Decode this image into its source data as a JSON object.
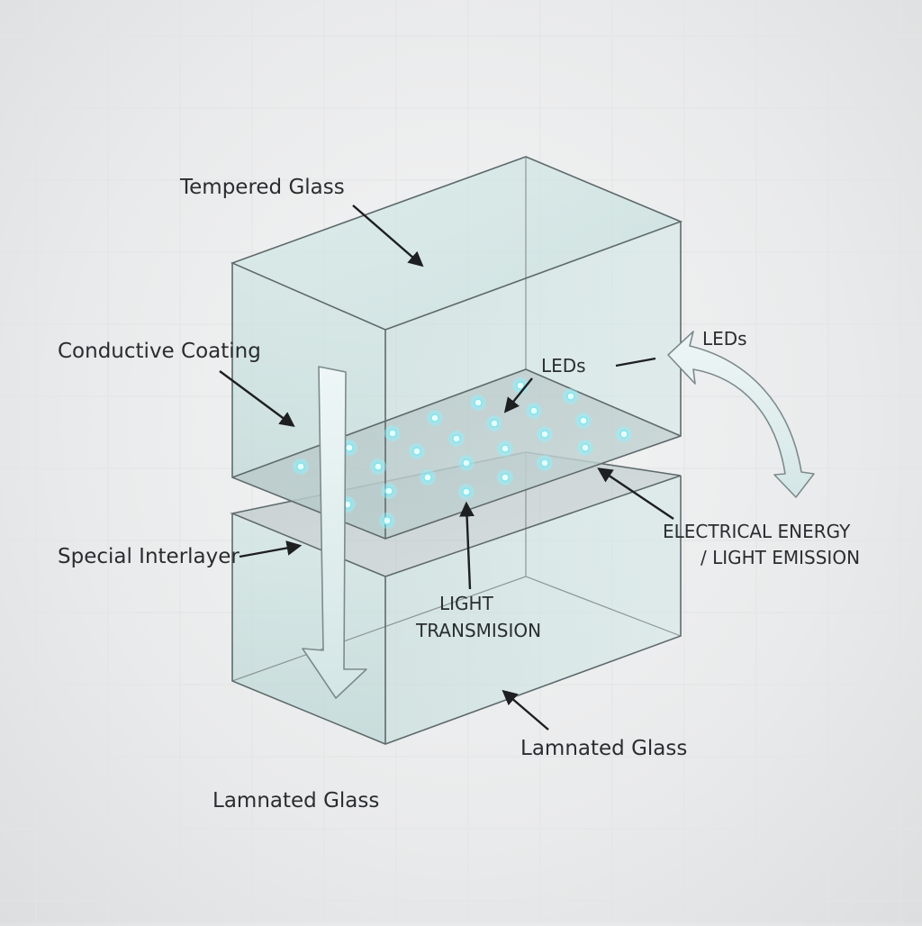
{
  "labels": {
    "tempered_glass": "Tempered Glass",
    "conductive_coating": "Conductive Coating",
    "special_interlayer": "Special Interlayer",
    "leds_inner": "LEDs",
    "leds_outer": "LEDs",
    "electrical_line1": "ELECTRICAL ENERGY",
    "electrical_line2": "/ LIGHT EMISSION",
    "light_line1": "LIGHT",
    "light_line2": "TRANSMISION",
    "laminated_right": "Lamnated Glass",
    "laminated_bottom": "Lamnated Glass"
  },
  "colors": {
    "glass_fill": "#cfe4e3",
    "glass_edge": "#5f6a6c",
    "led_glow": "#8ff3ff",
    "arrow_fill": "#e4efef",
    "text": "#2a2d2f"
  },
  "icons": {
    "down_arrow": "large-down-arrow-icon",
    "curved_arrow": "curved-double-arrow-icon"
  }
}
